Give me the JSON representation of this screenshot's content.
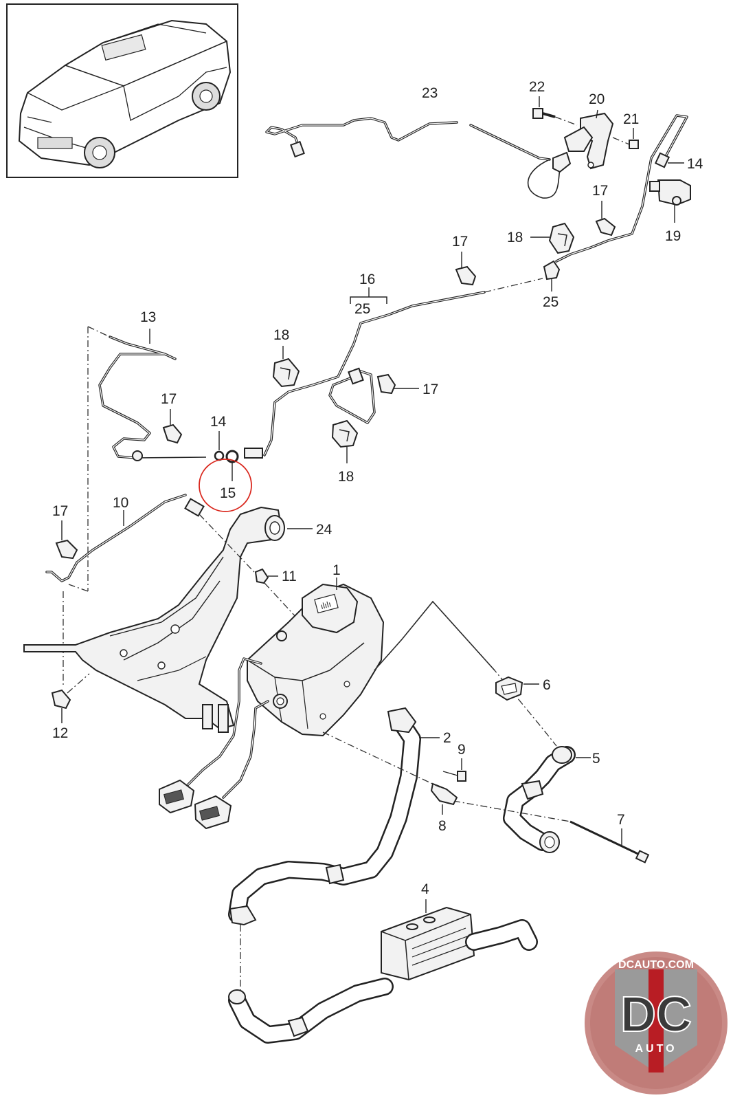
{
  "callouts": [
    {
      "id": "c1",
      "text": "1"
    },
    {
      "id": "c2",
      "text": "2"
    },
    {
      "id": "c4",
      "text": "4"
    },
    {
      "id": "c5",
      "text": "5"
    },
    {
      "id": "c6",
      "text": "6"
    },
    {
      "id": "c7",
      "text": "7"
    },
    {
      "id": "c8",
      "text": "8"
    },
    {
      "id": "c9",
      "text": "9"
    },
    {
      "id": "c10",
      "text": "10"
    },
    {
      "id": "c11",
      "text": "11"
    },
    {
      "id": "c12",
      "text": "12"
    },
    {
      "id": "c13",
      "text": "13"
    },
    {
      "id": "c14a",
      "text": "14"
    },
    {
      "id": "c14b",
      "text": "14"
    },
    {
      "id": "c15",
      "text": "15"
    },
    {
      "id": "c16",
      "text": "16"
    },
    {
      "id": "c25a",
      "text": "25"
    },
    {
      "id": "c25b",
      "text": "25"
    },
    {
      "id": "c17a",
      "text": "17"
    },
    {
      "id": "c17b",
      "text": "17"
    },
    {
      "id": "c17c",
      "text": "17"
    },
    {
      "id": "c17d",
      "text": "17"
    },
    {
      "id": "c17e",
      "text": "17"
    },
    {
      "id": "c18a",
      "text": "18"
    },
    {
      "id": "c18b",
      "text": "18"
    },
    {
      "id": "c18c",
      "text": "18"
    },
    {
      "id": "c19",
      "text": "19"
    },
    {
      "id": "c20",
      "text": "20"
    },
    {
      "id": "c21",
      "text": "21"
    },
    {
      "id": "c22",
      "text": "22"
    },
    {
      "id": "c23",
      "text": "23"
    },
    {
      "id": "c24",
      "text": "24"
    }
  ],
  "highlight": {
    "part": "15",
    "color": "#d9261c"
  },
  "watermark": {
    "site": "DCAUTO.COM",
    "letters": "DC",
    "word": "AUTO",
    "colors": {
      "red": "#b81d24",
      "rose": "#c98a86",
      "dark": "#3a3a3a"
    }
  }
}
